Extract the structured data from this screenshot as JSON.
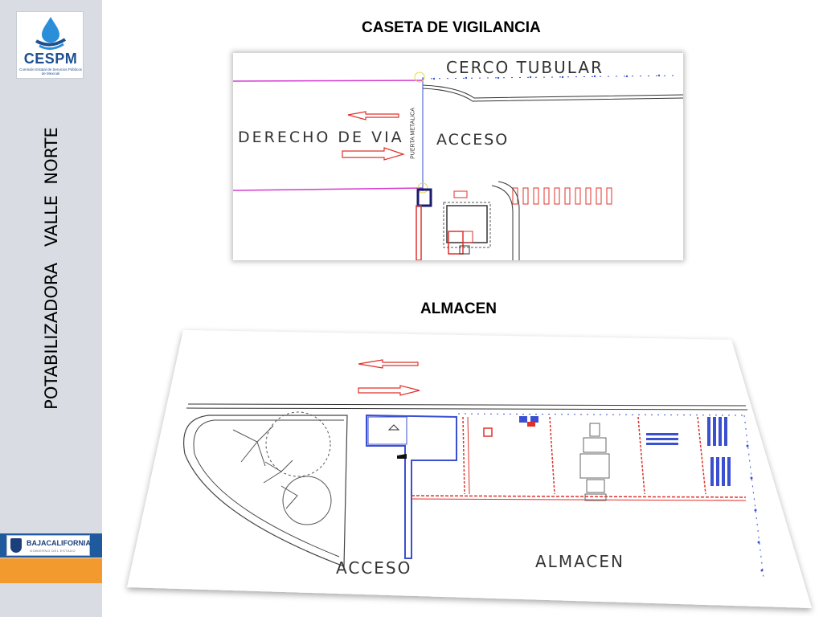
{
  "brand": {
    "logo_name": "CESPM",
    "logo_subtitle": "Comisión Estatal de Servicios Públicos de Mexicali",
    "vertical_title": "POTABILIZADORA   VALLE  NORTE",
    "footer_logo": "BAJACALIFORNIA",
    "footer_logo_sub": "GOBIERNO DEL ESTADO"
  },
  "section1": {
    "title": "CASETA DE VIGILANCIA",
    "labels": {
      "fence": "CERCO TUBULAR",
      "row": "DERECHO DE VIA",
      "gate": "PUERTA METALICA",
      "access": "ACCESO"
    }
  },
  "section2": {
    "title": "ALMACEN",
    "labels": {
      "access": "ACCESO",
      "warehouse": "ALMACEN"
    }
  },
  "colors": {
    "sidebar": "#d9dde3",
    "accent_blue": "#1f5a9e",
    "accent_orange": "#f29a2e",
    "cad_blue": "#3b4fd1",
    "cad_red": "#e0302a",
    "cad_magenta": "#d53ad1"
  }
}
